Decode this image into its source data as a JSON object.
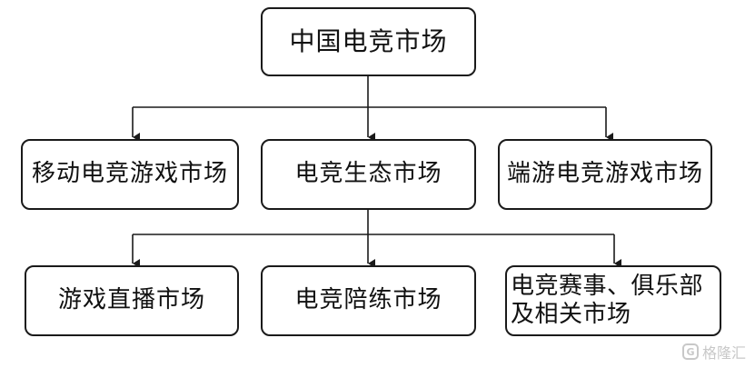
{
  "diagram": {
    "root": {
      "label": "中国电竞市场"
    },
    "level1": [
      {
        "label": "移动电竞游戏市场"
      },
      {
        "label": "电竞生态市场"
      },
      {
        "label": "端游电竞游戏市场"
      }
    ],
    "level2": [
      {
        "label": "游戏直播市场"
      },
      {
        "label": "电竞陪练市场"
      },
      {
        "label_line1": "电竞赛事、俱乐部",
        "label_line2": "及相关市场"
      }
    ]
  },
  "watermark": {
    "logo_text": "G",
    "text": "格隆汇"
  },
  "colors": {
    "line": "#1a1a1a",
    "border": "#1a1a1a",
    "background": "#ffffff",
    "watermark": "#c8c8c8"
  }
}
